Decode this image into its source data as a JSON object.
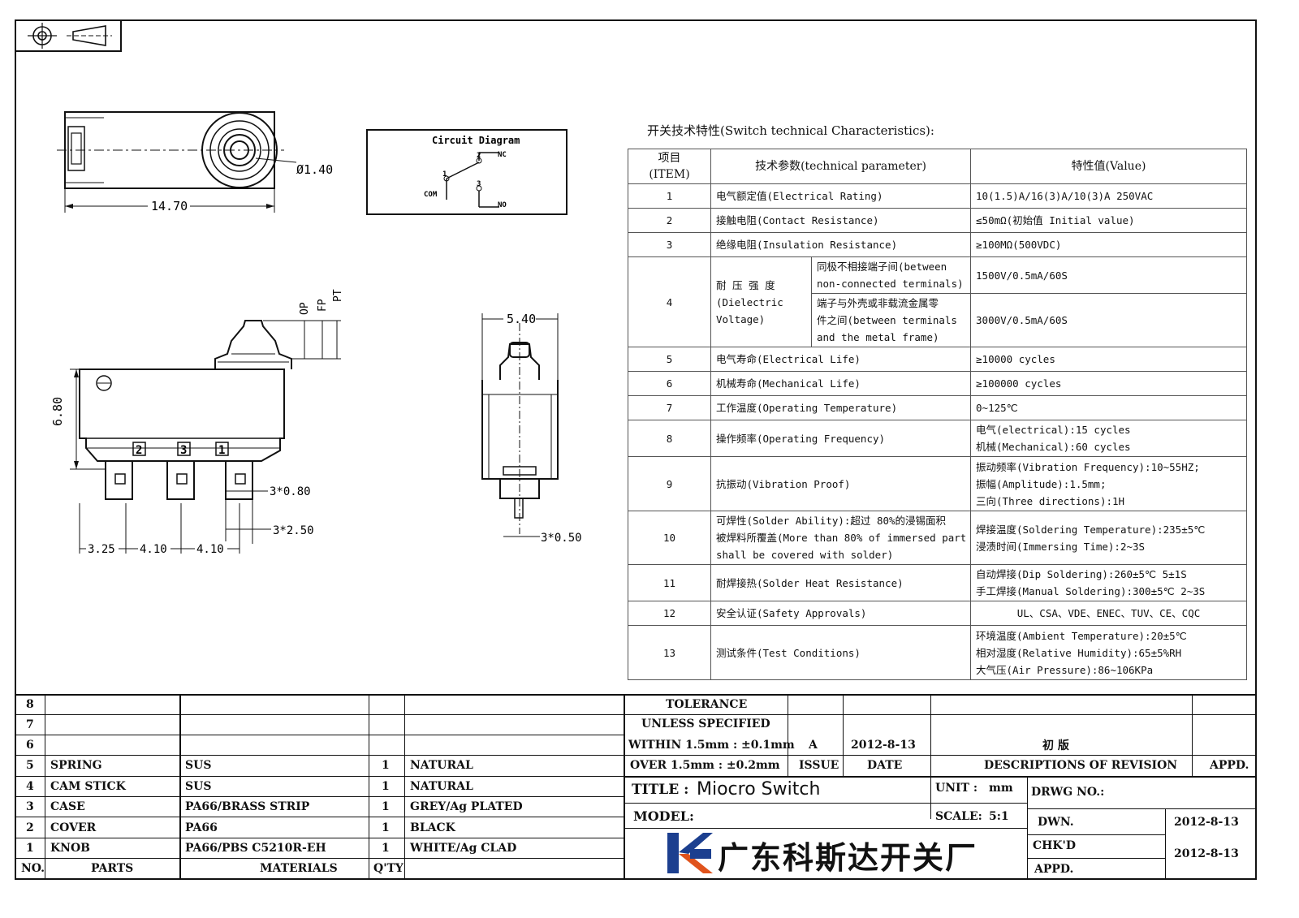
{
  "drawing": {
    "dims": {
      "top_dia": "Ø1.40",
      "top_len": "14.70",
      "height": "6.80",
      "op": "OP",
      "fp": "FP",
      "pt": "PT",
      "term_w": "3*0.80",
      "term_p": "3*2.50",
      "pitch_1": "3.25",
      "pitch_2": "4.10",
      "pitch_3": "4.10",
      "width": "5.40",
      "term_t": "3*0.50",
      "pin_2": "2",
      "pin_3": "3",
      "pin_1": "1"
    },
    "circuit": {
      "title": "Circuit Diagram",
      "nc": "NC",
      "no": "NO",
      "com": "COM",
      "p1": "1",
      "p2": "2",
      "p3": "3"
    }
  },
  "spec": {
    "title": "开关技术特性(Switch technical Characteristics):",
    "headers": {
      "item_cn": "项目",
      "item_en": "(ITEM)",
      "param": "技术参数(technical parameter)",
      "value": "特性值(Value)"
    },
    "rows": [
      {
        "no": "1",
        "param": "电气额定值(Electrical Rating)",
        "value": [
          "10(1.5)A/16(3)A/10(3)A  250VAC"
        ]
      },
      {
        "no": "2",
        "param": "接触电阻(Contact  Resistance)",
        "value": [
          "≤50mΩ(初始值 Initial value)"
        ]
      },
      {
        "no": "3",
        "param": "绝缘电阻(Insulation Resistance)",
        "value": [
          "≥100MΩ(500VDC)"
        ]
      },
      {
        "no": "5",
        "param": "电气寿命(Electrical Life)",
        "value": [
          "≥10000 cycles"
        ]
      },
      {
        "no": "6",
        "param": "机械寿命(Mechanical Life)",
        "value": [
          "≥100000 cycles"
        ]
      },
      {
        "no": "7",
        "param": "工作温度(Operating Temperature)",
        "value": [
          "0~125℃"
        ]
      },
      {
        "no": "8",
        "param": "操作频率(Operating Frequency)",
        "value": [
          "电气(electrical):15 cycles",
          "机械(Mechanical):60 cycles"
        ]
      },
      {
        "no": "9",
        "param": "抗振动(Vibration Proof)",
        "value": [
          "振动频率(Vibration Frequency):10~55HZ;",
          "振幅(Amplitude):1.5mm;",
          "三向(Three directions):1H"
        ]
      },
      {
        "no": "10",
        "param": [
          "可焊性(Solder Ability):超过 80%的浸锡面积",
          "被焊料所覆盖(More than 80% of immersed part",
          "shall be covered with solder)"
        ],
        "value": [
          "焊接温度(Soldering Temperature):235±5℃",
          "浸渍时间(Immersing Time):2~3S"
        ]
      },
      {
        "no": "11",
        "param": "耐焊接热(Solder Heat Resistance)",
        "value": [
          "自动焊接(Dip Soldering):260±5℃ 5±1S",
          "手工焊接(Manual Soldering):300±5℃ 2~3S"
        ]
      },
      {
        "no": "12",
        "param": "安全认证(Safety Approvals)",
        "value": [
          "UL、CSA、VDE、ENEC、TUV、CE、CQC"
        ]
      },
      {
        "no": "13",
        "param": "测试条件(Test Conditions)",
        "value": [
          "环境温度(Ambient Temperature):20±5℃",
          "相对湿度(Relative Humidity):65±5%RH",
          "大气压(Air Pressure):86~106KPa"
        ]
      }
    ],
    "row4": {
      "no": "4",
      "param_lines": [
        "耐 压 强 度",
        "(Dielectric",
        "Voltage)"
      ],
      "sub1": [
        "同极不相接端子间(between",
        "non-connected terminals)"
      ],
      "val1": "1500V/0.5mA/60S",
      "sub2": [
        "端子与外壳或非载流金属零",
        "件之间(between terminals",
        "and the metal frame)"
      ],
      "val2": "3000V/0.5mA/60S"
    }
  },
  "bom": {
    "rows": [
      {
        "no": "8",
        "part": "",
        "material": "",
        "qty": "",
        "note": ""
      },
      {
        "no": "7",
        "part": "",
        "material": "",
        "qty": "",
        "note": ""
      },
      {
        "no": "6",
        "part": "",
        "material": "",
        "qty": "",
        "note": ""
      },
      {
        "no": "5",
        "part": "SPRING",
        "material": "SUS",
        "qty": "1",
        "note": "NATURAL"
      },
      {
        "no": "4",
        "part": "CAM STICK",
        "material": "SUS",
        "qty": "1",
        "note": "NATURAL"
      },
      {
        "no": "3",
        "part": "CASE",
        "material": "PA66/BRASS STRIP",
        "qty": "1",
        "note": "GREY/Ag PLATED"
      },
      {
        "no": "2",
        "part": "COVER",
        "material": "PA66",
        "qty": "1",
        "note": "BLACK"
      },
      {
        "no": "1",
        "part": "KNOB",
        "material": "PA66/PBS C5210R-EH",
        "qty": "1",
        "note": "WHITE/Ag CLAD"
      }
    ],
    "footer": {
      "no": "NO.",
      "parts": "PARTS",
      "materials": "MATERIALS",
      "qty": "Q'TY"
    }
  },
  "title_block": {
    "tolerance": "TOLERANCE",
    "unless": "UNLESS  SPECIFIED",
    "within": "WITHIN 1.5mm : ±0.1mm",
    "over": "OVER 1.5mm : ±0.2mm",
    "issue_val": "A",
    "date_val": "2012-8-13",
    "desc_val": "初  版",
    "issue": "ISSUE",
    "date": "DATE",
    "desc": "DESCRIPTIONS OF REVISION",
    "appd": "APPD.",
    "title_label": "TITLE :",
    "title_value": "Miocro Switch",
    "unit_label": "UNIT :",
    "unit_value": "mm",
    "drwg_no": "DRWG NO.:",
    "model": "MODEL:",
    "scale_label": "SCALE:",
    "scale_value": "5:1",
    "company": "广东科斯达开关厂",
    "dwn": "DWN.",
    "dwn_date": "2012-8-13",
    "chkd": "CHK'D",
    "chk_date": "2012-8-13",
    "appd2": "APPD."
  }
}
